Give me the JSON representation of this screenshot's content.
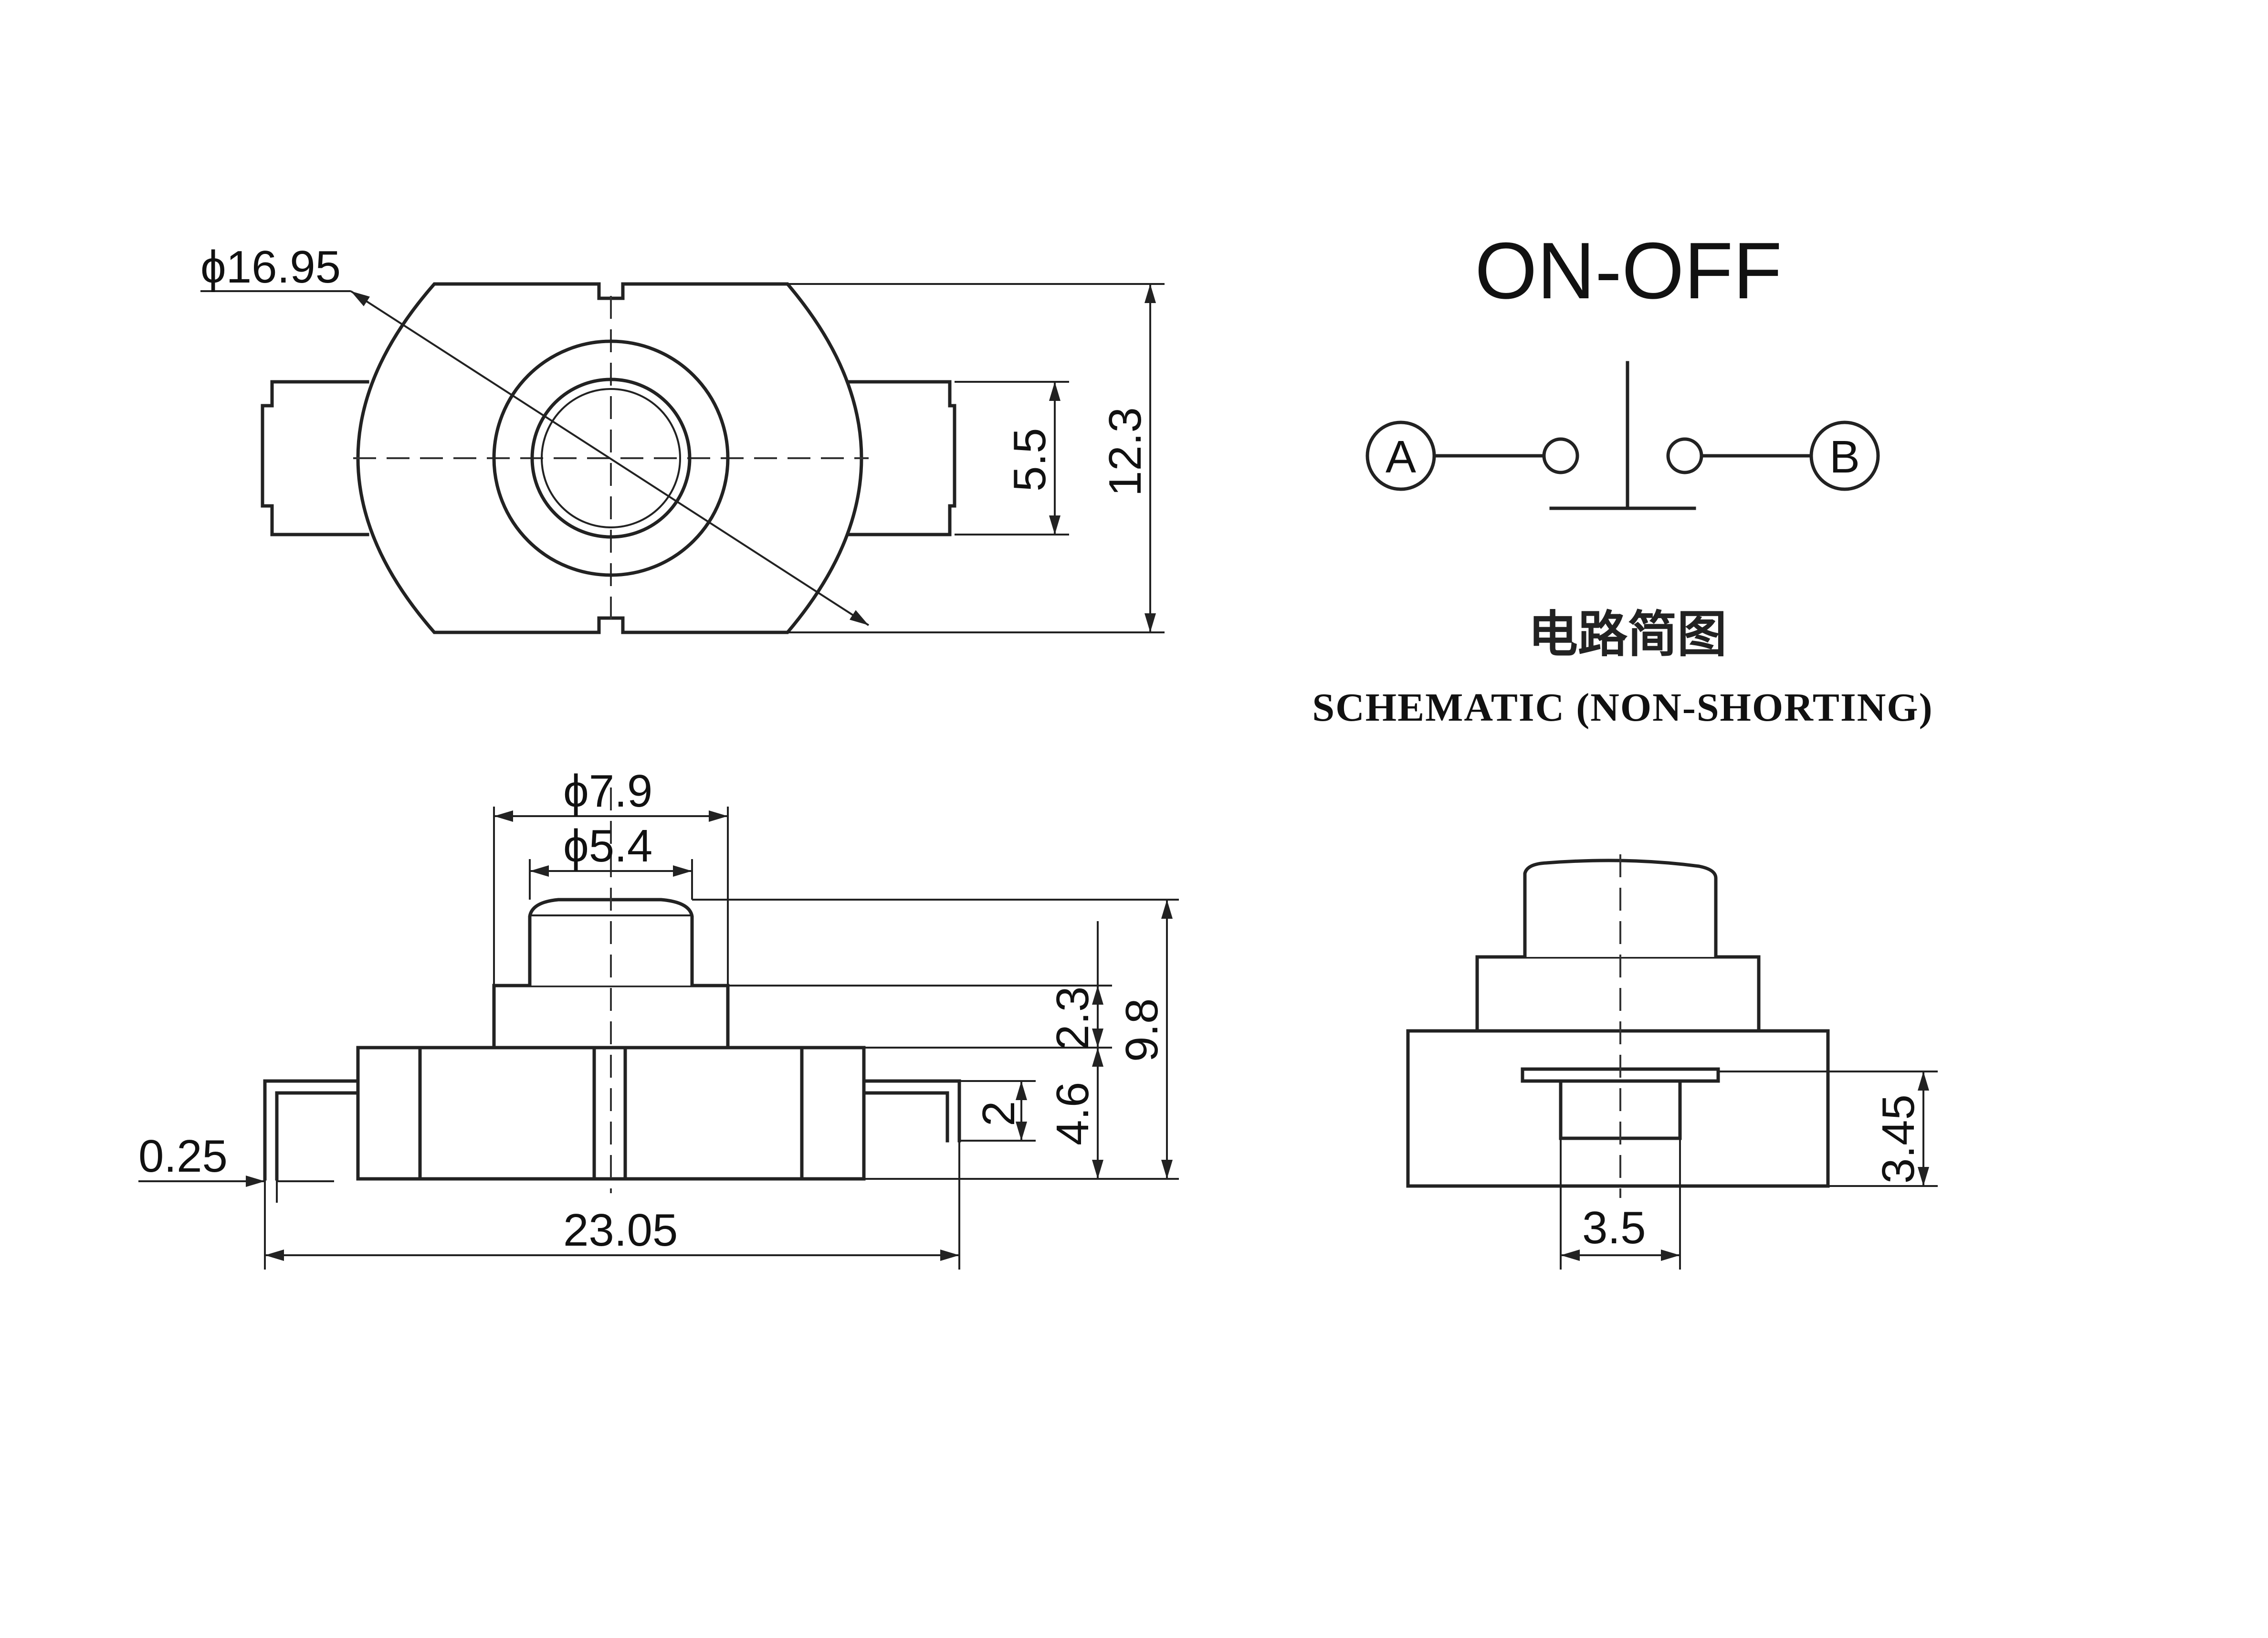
{
  "top_view": {
    "dia_outer": "ϕ16.95",
    "dim_tab_width": "5.5",
    "dim_height": "12.3"
  },
  "schematic": {
    "mode_title": "ON-OFF",
    "terminal_a": "A",
    "terminal_b": "B",
    "caption_cn": "电路简图",
    "caption_en": "SCHEMATIC (NON-SHORTING)"
  },
  "side_view": {
    "dia_button_outer": "ϕ7.9",
    "dia_button_inner": "ϕ5.4",
    "dim_collar": "2.3",
    "dim_total_height": "9.8",
    "dim_lead": "2",
    "dim_body": "4.6",
    "dim_thickness": "0.25",
    "dim_total_length": "23.05"
  },
  "end_view": {
    "dim_slot_height": "3.45",
    "dim_slot_width": "3.5"
  },
  "colors": {
    "line": "#222222",
    "background": "#ffffff"
  }
}
